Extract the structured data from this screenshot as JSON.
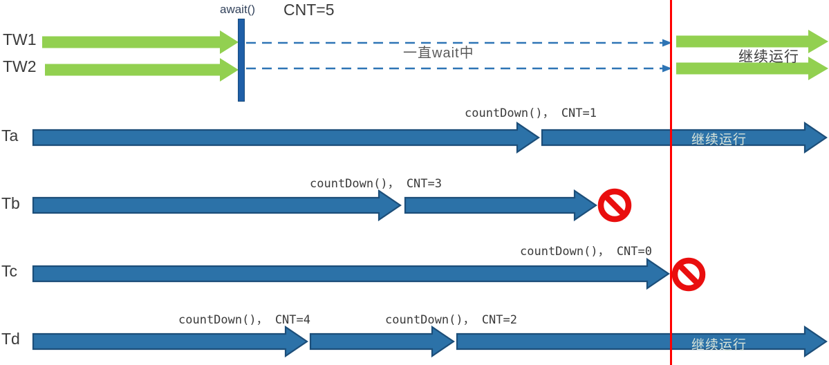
{
  "header": {
    "await_label": "await()",
    "cnt_label": "CNT=5"
  },
  "waiting": {
    "tw1_label": "TW1",
    "tw2_label": "TW2",
    "wait_text": "一直wait中",
    "resume_text": "继续运行"
  },
  "workers": [
    {
      "label": "Ta",
      "calls": [
        "countDown()， CNT=1"
      ],
      "resume_text": "继续运行",
      "blocked": false
    },
    {
      "label": "Tb",
      "calls": [
        "countDown()， CNT=3"
      ],
      "blocked": true
    },
    {
      "label": "Tc",
      "calls": [
        "countDown()， CNT=0"
      ],
      "blocked": true
    },
    {
      "label": "Td",
      "calls": [
        "countDown()， CNT=4",
        "countDown()， CNT=2"
      ],
      "resume_text": "继续运行",
      "blocked": false
    }
  ],
  "colors": {
    "red_line": "#FF0000",
    "prohibit": "#E90E0E",
    "green": "#92D050",
    "blue_fill": "#2C72A8",
    "blue_border": "#1C4E79",
    "barrier": "#1F5FA8",
    "dashed": "#2E74B5",
    "label_dark": "#3A3A3A",
    "label_gray": "#595959",
    "await_text": "#33435C",
    "resume_on_green": "#404040",
    "resume_on_blue": "#D7E3D9"
  }
}
